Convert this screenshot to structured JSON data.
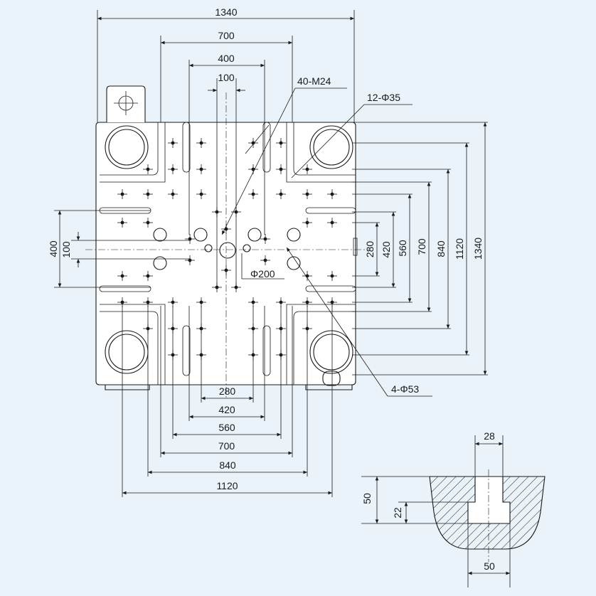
{
  "diagram": {
    "top_dims": [
      "1340",
      "700",
      "400",
      "100"
    ],
    "right_dims": [
      "280",
      "420",
      "560",
      "700",
      "840",
      "1120",
      "1340"
    ],
    "left_dims": [
      "400",
      "100"
    ],
    "bottom_dims": [
      "280",
      "420",
      "560",
      "700",
      "840",
      "1120"
    ],
    "callouts": {
      "tapped_holes": "40-M24",
      "through_holes": "12-Φ35",
      "center_hole": "Φ200",
      "tie_bar_holes": "4-Φ53"
    },
    "slot_section": {
      "top_width": "28",
      "depth_total": "50",
      "depth_slot": "22",
      "bottom_width": "50"
    }
  }
}
